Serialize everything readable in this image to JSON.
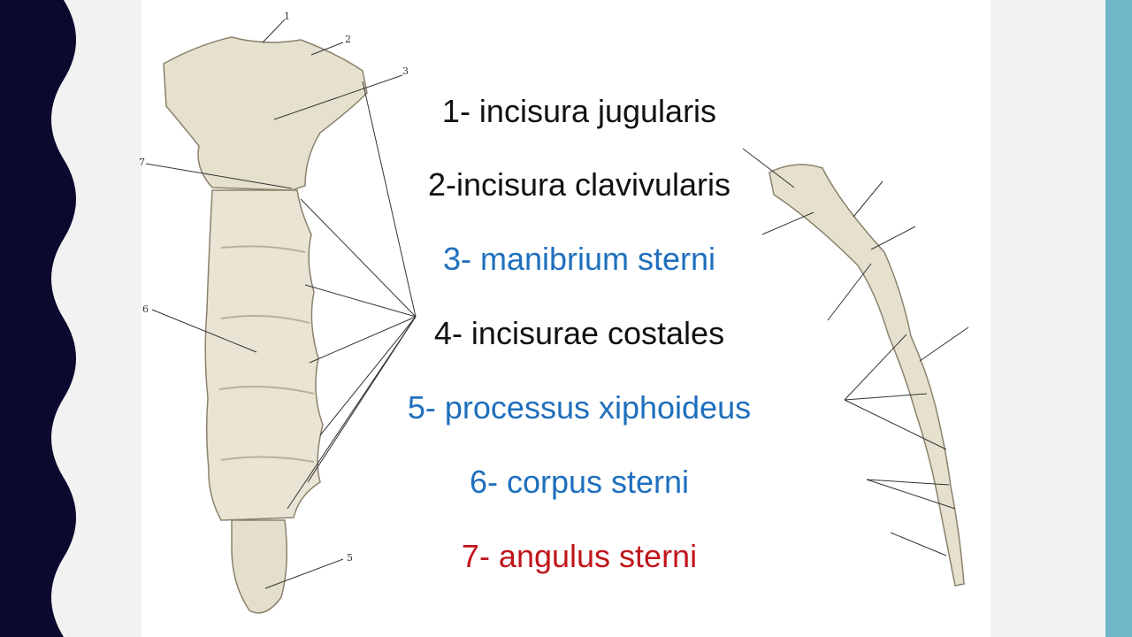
{
  "labels": [
    {
      "text": "1- incisura jugularis",
      "color": "#111111"
    },
    {
      "text": "2-incisura clavivularis",
      "color": "#111111"
    },
    {
      "text": "3- manibrium sterni",
      "color": "#1f6fbd"
    },
    {
      "text": "4- incisurae costales",
      "color": "#111111"
    },
    {
      "text": "5- processus xiphoideus",
      "color": "#1f6fbd"
    },
    {
      "text": "6- corpus sterni",
      "color": "#1f6fbd"
    },
    {
      "text": "7- angulus sterni",
      "color": "#c0161b"
    }
  ],
  "figure_numbers": {
    "n1": "1",
    "n2": "2",
    "n3": "3",
    "n5": "5",
    "n6": "6",
    "n7": "7"
  },
  "colors": {
    "dark_band": "#0b0a2e",
    "accent_band": "#6fb7c9",
    "bone": "#e6e1cf",
    "bone_shade": "#b9b199"
  }
}
